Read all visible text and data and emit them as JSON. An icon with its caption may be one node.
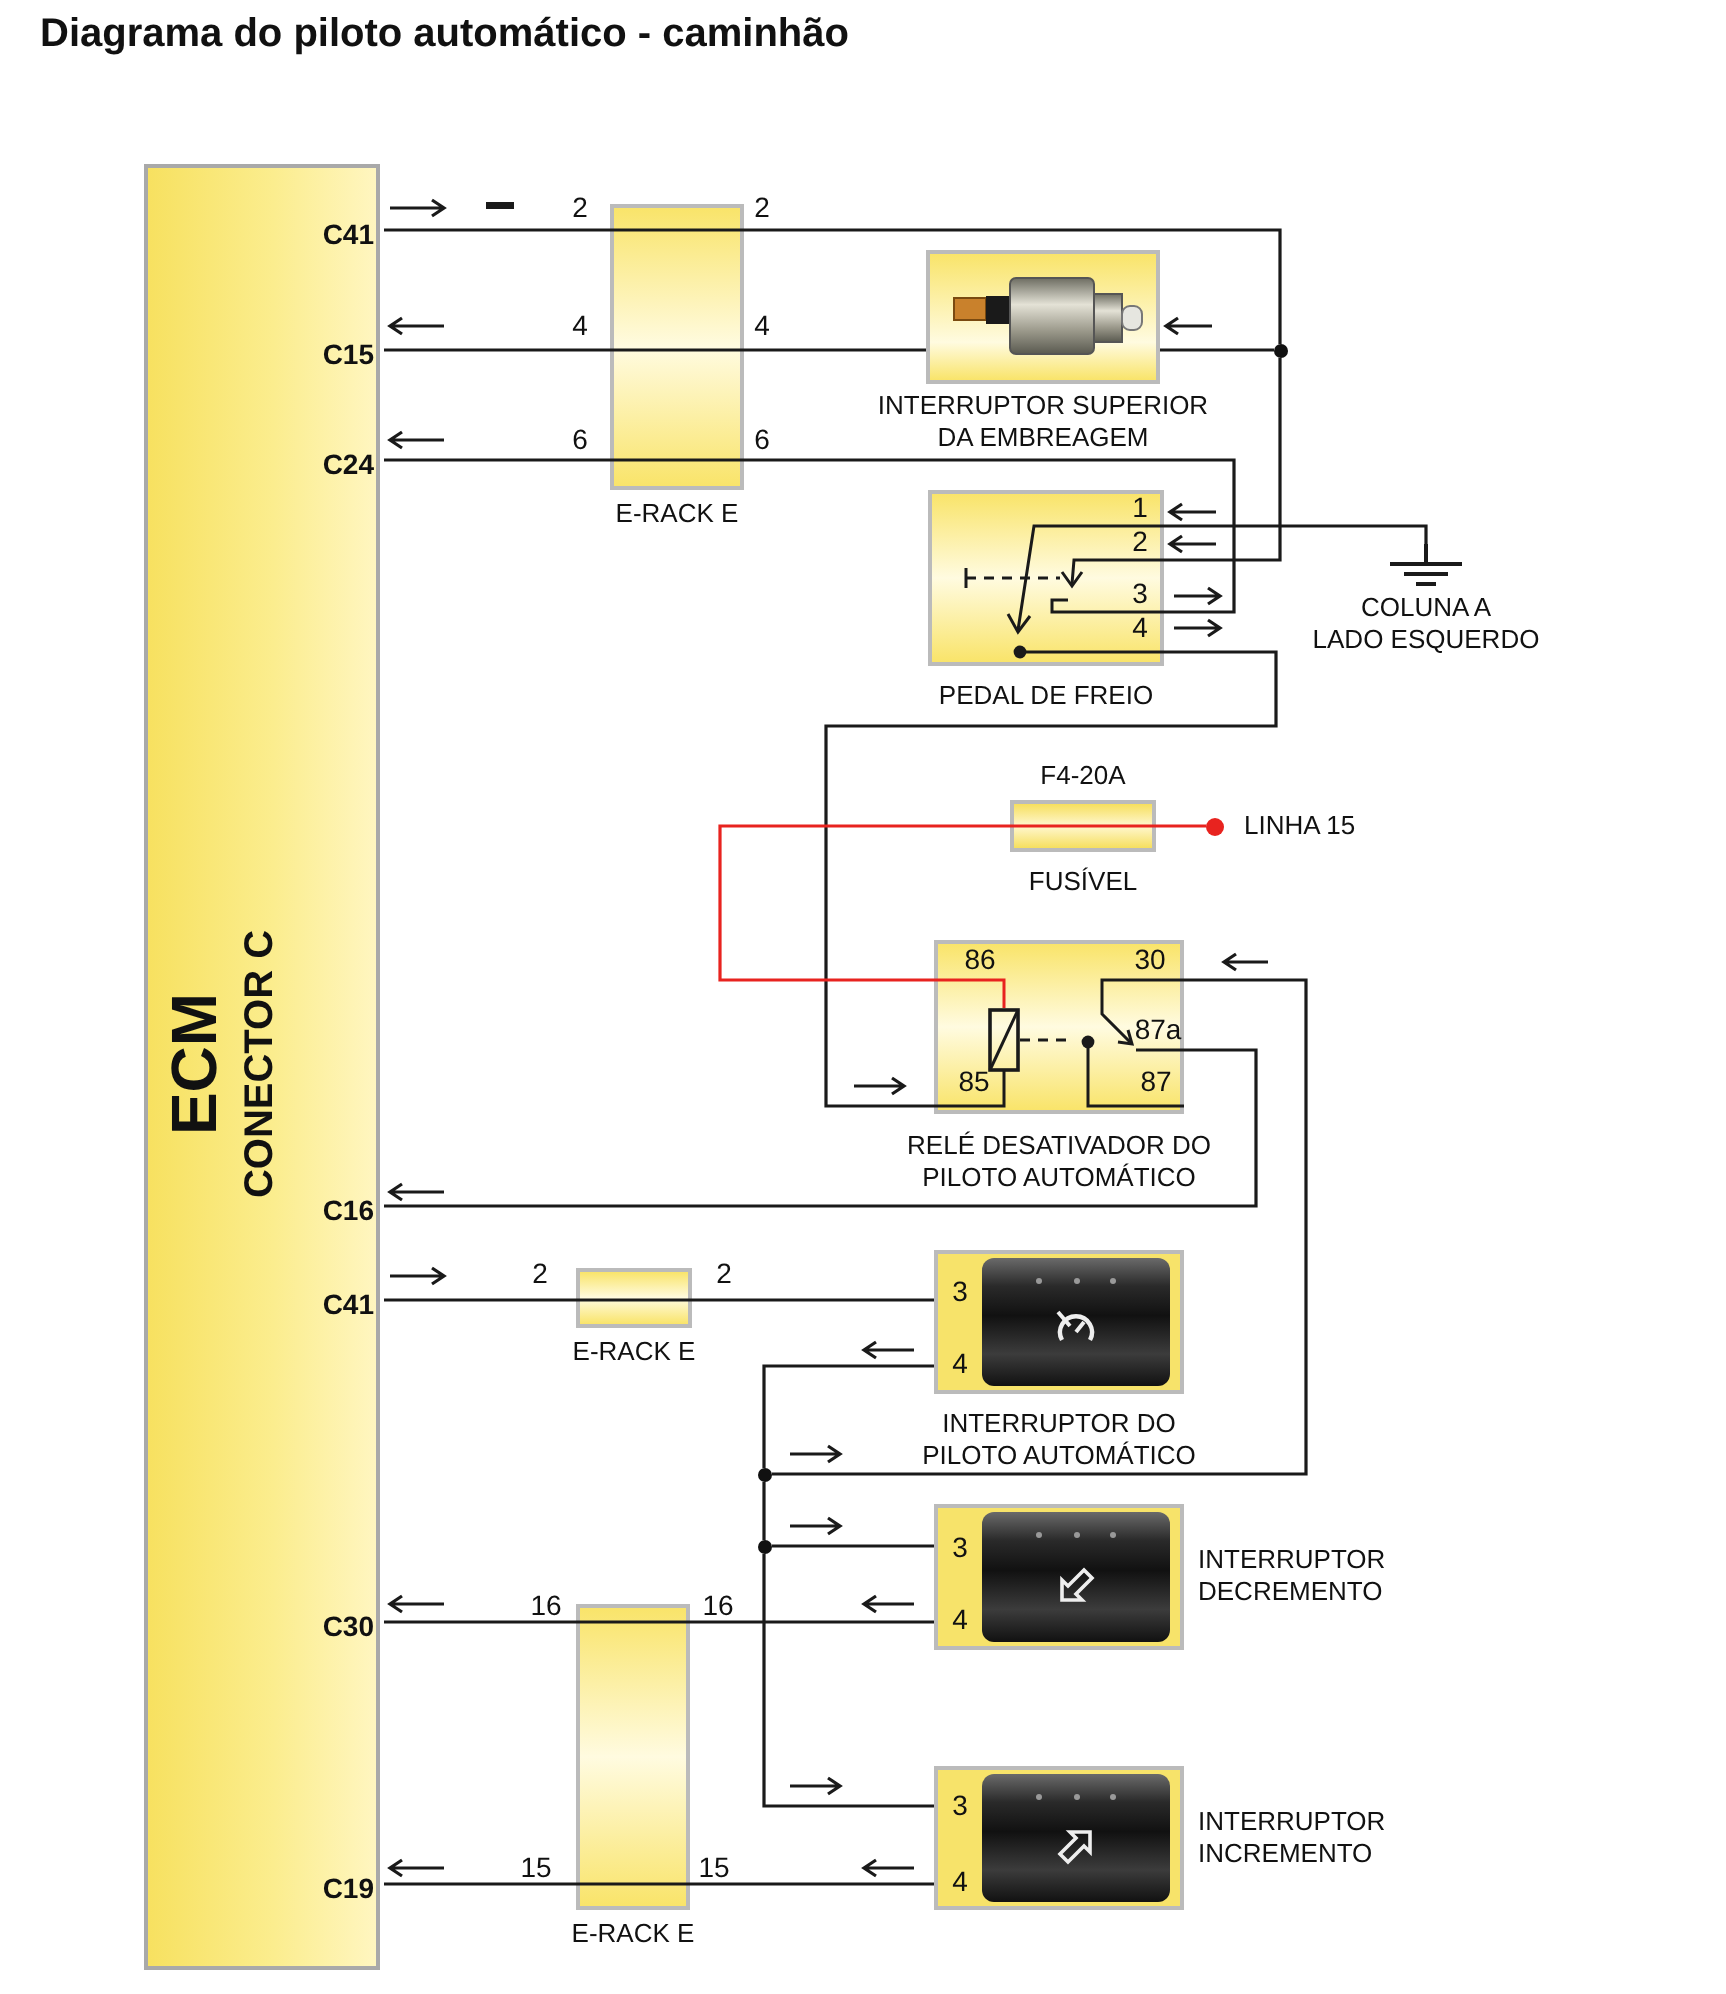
{
  "diagram": {
    "title": "Diagrama do piloto automático - caminhão",
    "nodes": [
      {
        "text": [
          "ECM",
          "CONECTOR C"
        ]
      },
      {
        "text": [
          "C41"
        ],
        "in": 0
      },
      {
        "text": [
          "C15"
        ],
        "in": 0
      },
      {
        "text": [
          "C24"
        ],
        "in": 0
      },
      {
        "text": [
          "C16"
        ],
        "in": 0
      },
      {
        "text": [
          "C41"
        ],
        "in": 0
      },
      {
        "text": [
          "C30"
        ],
        "in": 0
      },
      {
        "text": [
          "C19"
        ],
        "in": 0
      },
      {
        "text": [
          "E-RACK E"
        ]
      },
      {
        "text": [
          "INTERRUPTOR SUPERIOR DA EMBREAGEM"
        ]
      },
      {
        "text": [
          "PEDAL DE FREIO"
        ]
      },
      {
        "text": [
          "COLUNA A LADO ESQUERDO"
        ]
      },
      {
        "text": [
          "F4-20A",
          "FUSÍVEL"
        ]
      },
      {
        "text": [
          "LINHA 15"
        ]
      },
      {
        "text": [
          "RELÉ DESATIVADOR DO PILOTO AUTOMÁTICO"
        ]
      },
      {
        "text": [
          "E-RACK E"
        ]
      },
      {
        "text": [
          "INTERRUPTOR DO PILOTO AUTOMÁTICO"
        ]
      },
      {
        "text": [
          "INTERRUPTOR DECREMENTO"
        ]
      },
      {
        "text": [
          "INTERRUPTOR INCREMENTO"
        ]
      },
      {
        "text": [
          "E-RACK E"
        ]
      },
      {
        "text": [],
        "shape": "circle"
      },
      {
        "text": [],
        "shape": "circle"
      },
      {
        "text": [],
        "shape": "circle"
      }
    ],
    "edges": [
      {
        "from": 1,
        "to": 8,
        "arrow": "none"
      },
      {
        "from": 8,
        "to": 22,
        "arrow": "none"
      },
      {
        "from": 22,
        "to": 9,
        "arrow": "none"
      },
      {
        "from": 22,
        "to": 10,
        "arrow": "none"
      },
      {
        "from": 2,
        "to": 8,
        "arrow": "none"
      },
      {
        "from": 8,
        "to": 9,
        "arrow": "none"
      },
      {
        "from": 3,
        "to": 8,
        "arrow": "none"
      },
      {
        "from": 8,
        "to": 10,
        "arrow": "none"
      },
      {
        "from": 10,
        "to": 11,
        "arrow": "none"
      },
      {
        "from": 10,
        "to": 14,
        "arrow": "none"
      },
      {
        "from": 13,
        "to": 12,
        "arrow": "none",
        "color": "#e8231f"
      },
      {
        "from": 12,
        "to": 14,
        "arrow": "none",
        "color": "#e8231f"
      },
      {
        "from": 14,
        "to": 4,
        "arrow": "none"
      },
      {
        "from": 14,
        "to": 20,
        "arrow": "none"
      },
      {
        "from": 5,
        "to": 15,
        "arrow": "none"
      },
      {
        "from": 15,
        "to": 16,
        "arrow": "none"
      },
      {
        "from": 16,
        "to": 20,
        "arrow": "none"
      },
      {
        "from": 20,
        "to": 21,
        "arrow": "none"
      },
      {
        "from": 21,
        "to": 17,
        "arrow": "none"
      },
      {
        "from": 21,
        "to": 18,
        "arrow": "none"
      },
      {
        "from": 17,
        "to": 19,
        "arrow": "none"
      },
      {
        "from": 19,
        "to": 6,
        "arrow": "none"
      },
      {
        "from": 18,
        "to": 19,
        "arrow": "none"
      },
      {
        "from": 19,
        "to": 7,
        "arrow": "none"
      }
    ],
    "labels": [
      "2",
      "2",
      "4",
      "4",
      "6",
      "6",
      "1",
      "2",
      "3",
      "4",
      "86",
      "30",
      "87a",
      "85",
      "87",
      "2",
      "2",
      "3",
      "4",
      "16",
      "16",
      "3",
      "4",
      "15",
      "15",
      "3",
      "4"
    ]
  }
}
